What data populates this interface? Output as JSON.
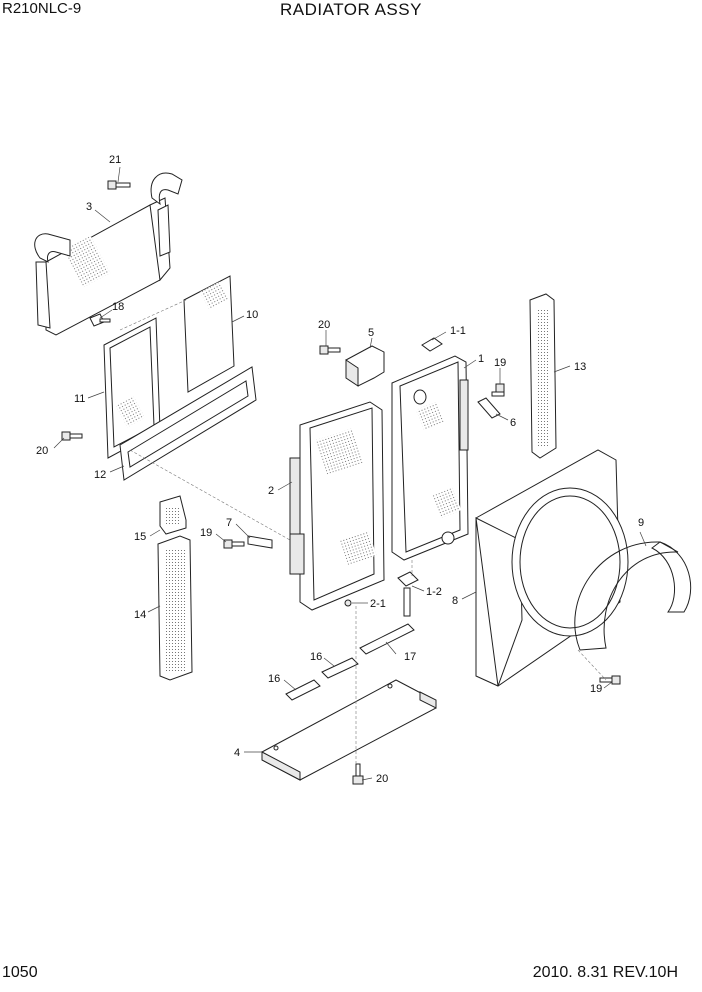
{
  "header": {
    "model": "R210NLC-9",
    "title": "RADIATOR ASSY"
  },
  "footer": {
    "page": "1050",
    "revision": "2010. 8.31 REV.10H"
  },
  "callouts": [
    "21",
    "3",
    "18",
    "10",
    "11",
    "20",
    "12",
    "20",
    "5",
    "1-1",
    "1",
    "19",
    "13",
    "6",
    "2",
    "7",
    "19",
    "15",
    "2-1",
    "1-2",
    "8",
    "9",
    "14",
    "16",
    "17",
    "16",
    "4",
    "20",
    "19"
  ]
}
